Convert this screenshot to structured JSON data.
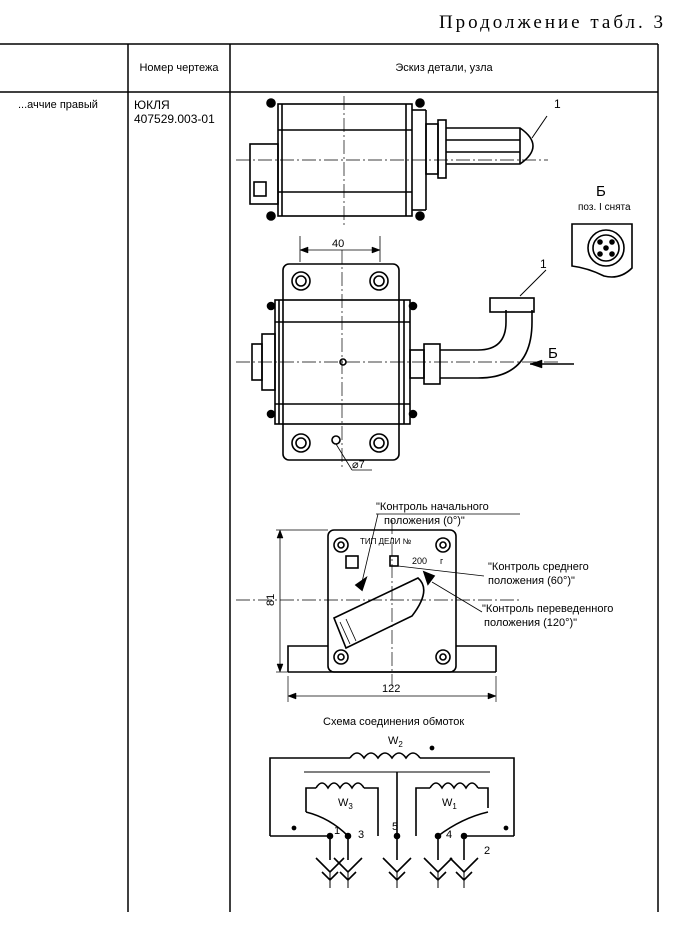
{
  "page": {
    "continuation_title": "Продолжение табл. 3"
  },
  "table": {
    "headers": {
      "col1": "",
      "col2": "Номер чертежа",
      "col3": "Эскиз детали, узла"
    },
    "row": {
      "name": "...аччие правый",
      "drawing_number_line1": "ЮКЛЯ",
      "drawing_number_line2": "407529.003-01"
    }
  },
  "sketch": {
    "top_view": {
      "callout_1": "1"
    },
    "view_b": {
      "letter": "Б",
      "caption": "поз. I снята"
    },
    "middle_view": {
      "dim_40": "40",
      "callout_1": "1",
      "arrow_letter": "Б",
      "dim_hole": "⌀7"
    },
    "dial_view": {
      "label_initial_line1": "\"Контроль начального",
      "label_initial_line2": "положения (0°)\"",
      "label_middle_line1": "\"Контроль среднего",
      "label_middle_line2": "положения (60°)\"",
      "label_transferred_line1": "\"Контроль переведенного",
      "label_transferred_line2": "положения (120°)\"",
      "plate_text": "ТИП ДЕЛИ №",
      "plate_number": "200",
      "plate_suffix": "г",
      "dim_81": "81",
      "dim_122": "122"
    },
    "wiring": {
      "title": "Схема соединения обмоток",
      "w2": "W",
      "w2_sub": "2",
      "w3": "W",
      "w3_sub": "3",
      "w1": "W",
      "w1_sub": "1",
      "term_1": "1",
      "term_3": "3",
      "term_5": "5",
      "term_4": "4",
      "term_2": "2"
    }
  }
}
